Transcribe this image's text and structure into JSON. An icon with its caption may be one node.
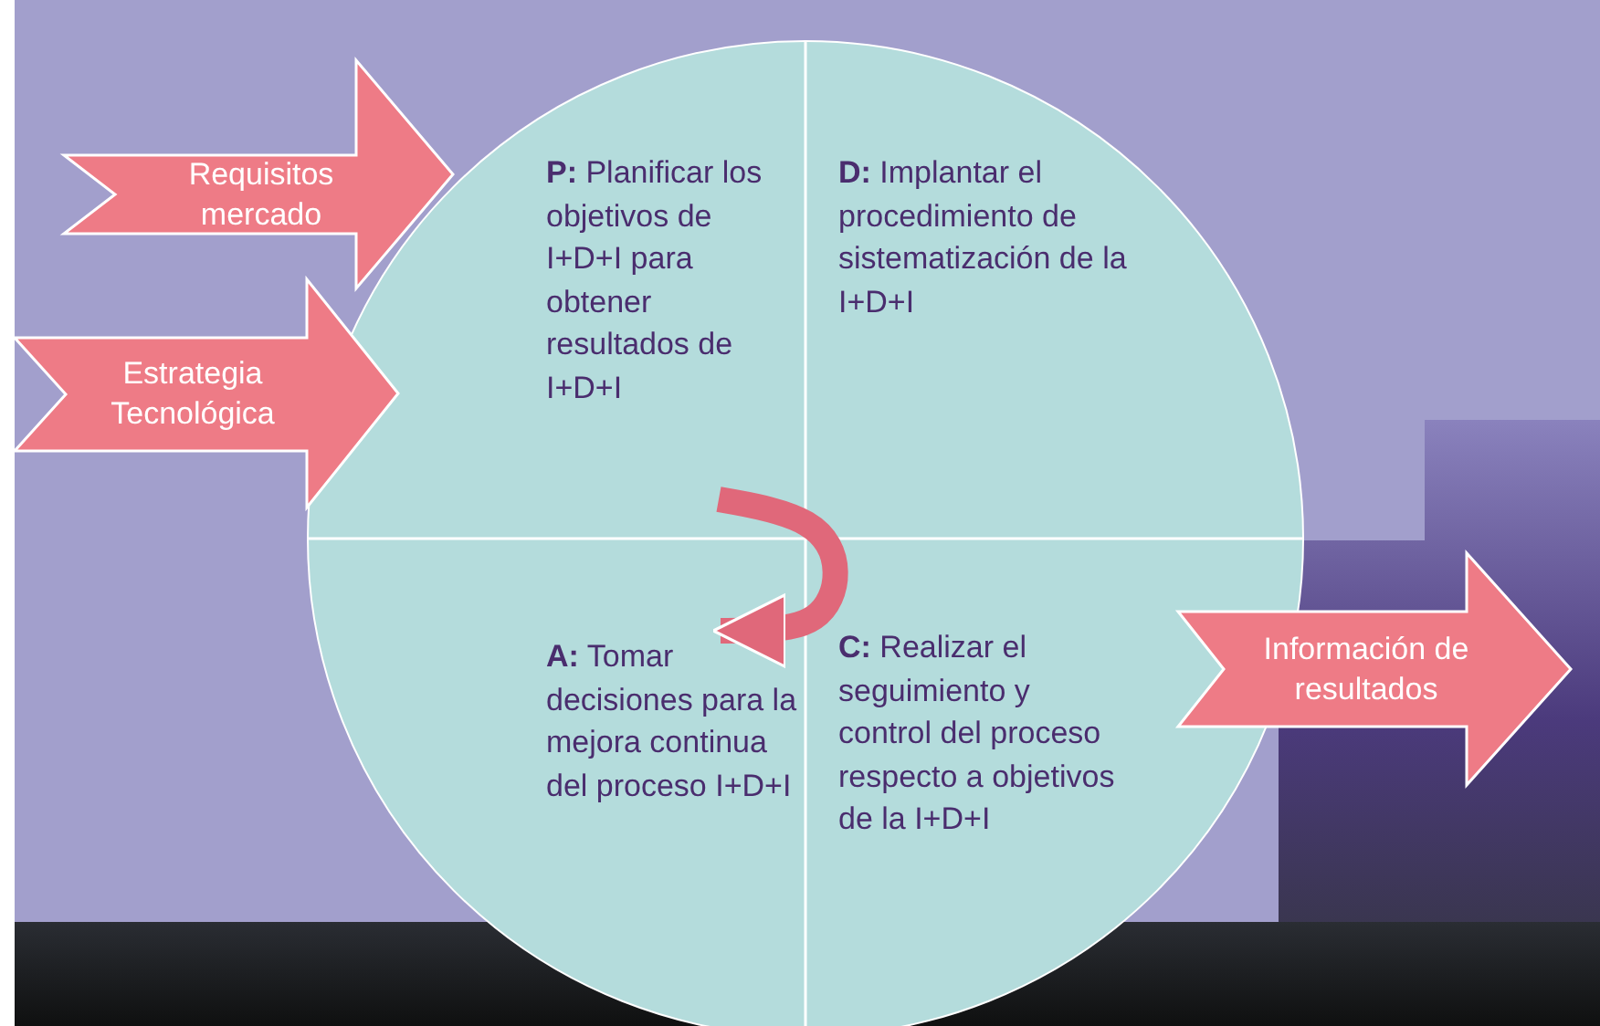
{
  "diagram": {
    "nodes": [
      {
        "text": [],
        "shape": "circle"
      },
      {
        "text": [
          "Requisitos mercado"
        ]
      },
      {
        "text": [
          "Estrategia Tecnológica"
        ]
      },
      {
        "text": [
          "**P:** Planificar los objetivos de I+D+I para obtener resultados de I+D+I"
        ],
        "in": 0
      },
      {
        "text": [
          "**D:** Implantar el procedimiento de sistematización de la I+D+I"
        ],
        "in": 0
      },
      {
        "text": [
          "**A:** Tomar decisiones para la mejora continua del proceso I+D+I"
        ],
        "in": 0
      },
      {
        "text": [
          "**C:** Realizar el seguimiento y control del proceso respecto a objetivos de la I+D+I"
        ],
        "in": 0
      },
      {
        "text": [
          "Información de resultados"
        ]
      }
    ],
    "edges": [
      {
        "from": 3,
        "to": 5,
        "arrow": "to",
        "color": "#e0687a"
      }
    ]
  }
}
